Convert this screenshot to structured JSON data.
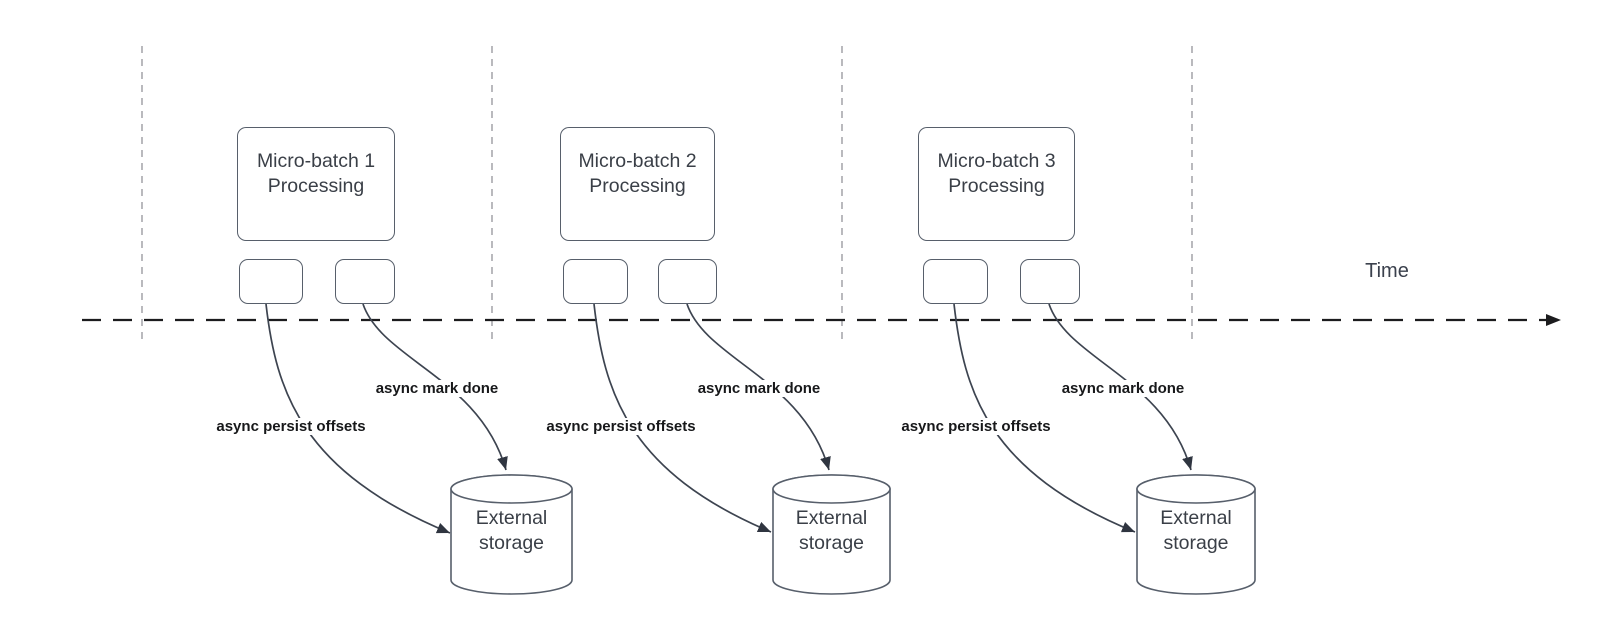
{
  "diagram": {
    "time_label": "Time",
    "batches": [
      {
        "title": "Micro-batch 1",
        "subtitle": "Processing",
        "persist_label": "async persist offsets",
        "mark_done_label": "async mark done",
        "storage_label": "External storage"
      },
      {
        "title": "Micro-batch 2",
        "subtitle": "Processing",
        "persist_label": "async persist offsets",
        "mark_done_label": "async mark done",
        "storage_label": "External storage"
      },
      {
        "title": "Micro-batch 3",
        "subtitle": "Processing",
        "persist_label": "async persist offsets",
        "mark_done_label": "async mark done",
        "storage_label": "External storage"
      }
    ],
    "colors": {
      "background": "#ffffff",
      "guide_line": "#a8a8ad",
      "timeline": "#1c1c1e",
      "shape_border": "#575f6b",
      "curve": "#3d4450",
      "shape_text": "#3a3f47",
      "label_text": "#17181a"
    }
  }
}
